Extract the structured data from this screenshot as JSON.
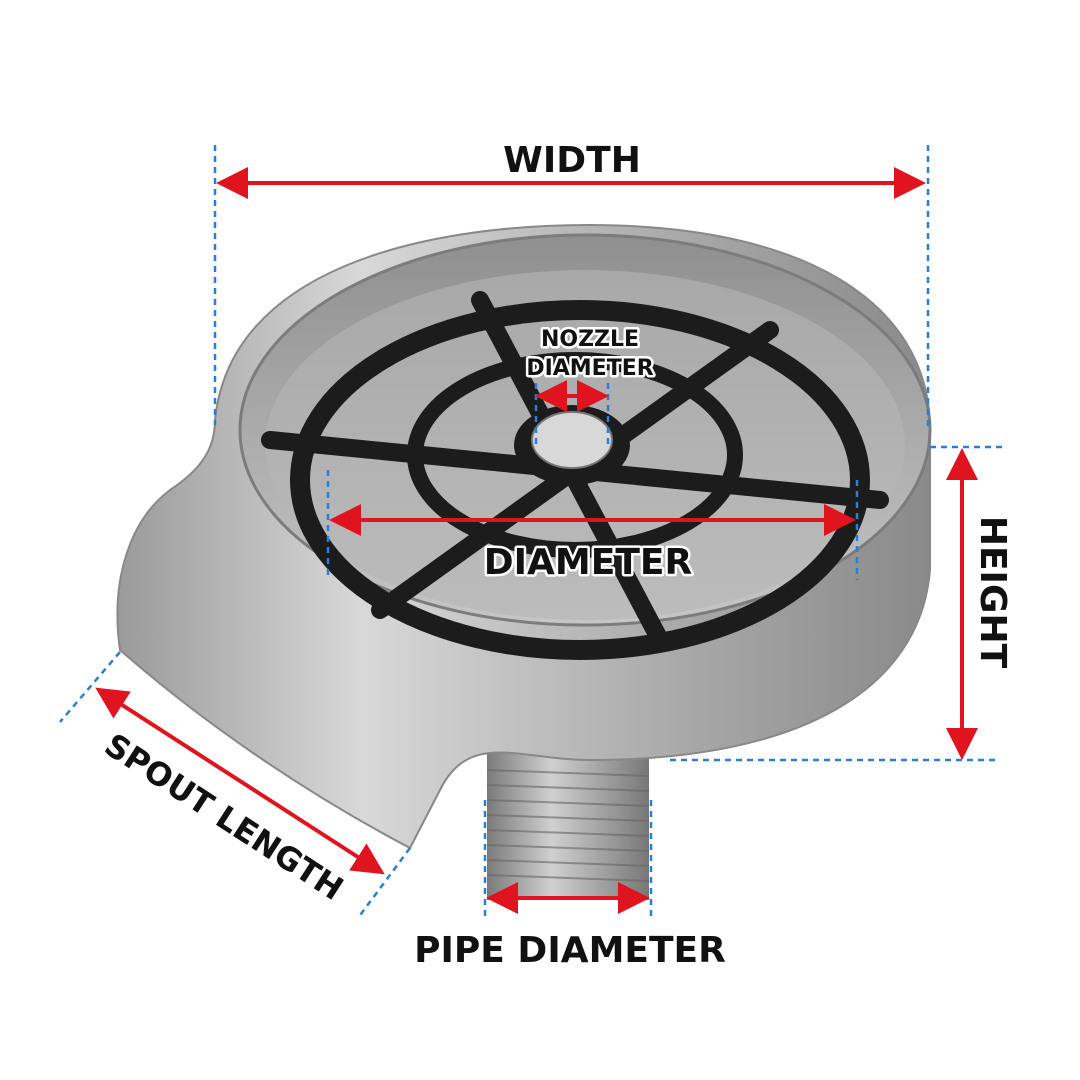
{
  "labels": {
    "width": "WIDTH",
    "nozzle_line1": "NOZZLE",
    "nozzle_line2": "DIAMETER",
    "diameter": "DIAMETER",
    "height": "HEIGHT",
    "spout_length": "SPOUT LENGTH",
    "pipe_diameter": "PIPE DIAMETER"
  },
  "colors": {
    "arrow": "#e0141e",
    "guide": "#2a7fd4",
    "steel": "#b9b9b9",
    "rubber": "#1c1c1c"
  }
}
